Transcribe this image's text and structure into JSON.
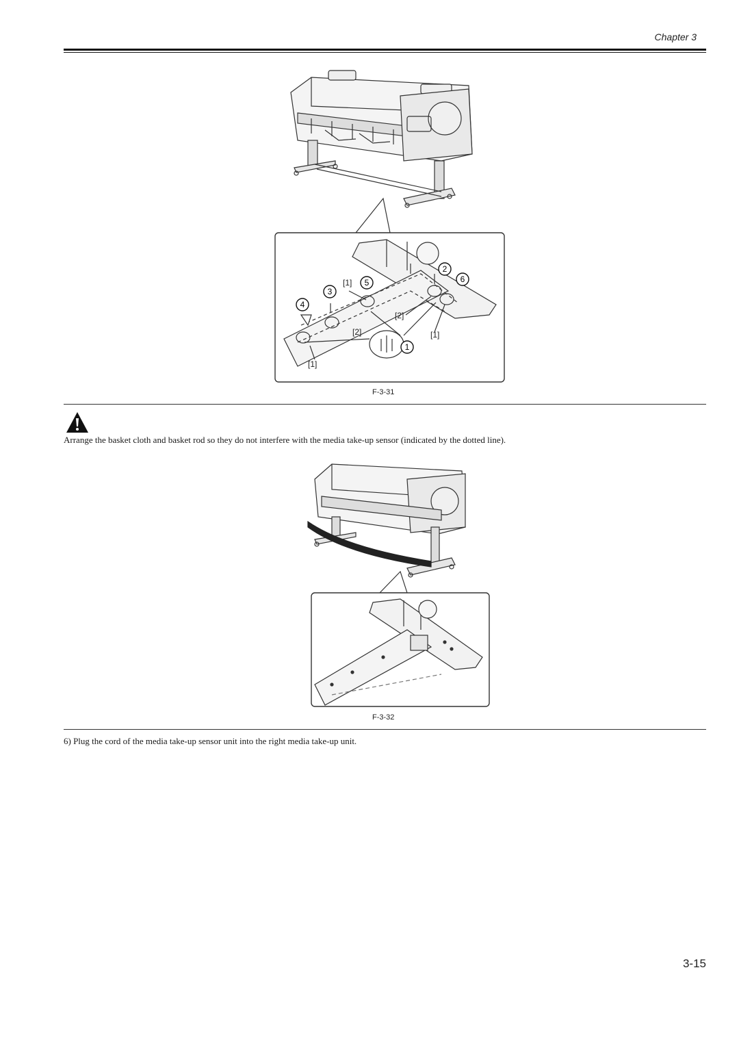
{
  "header": {
    "chapter": "Chapter 3"
  },
  "figure1": {
    "label": "F-3-31",
    "callouts": {
      "c1": "1",
      "c2": "2",
      "c3": "3",
      "c4": "4",
      "c5": "5",
      "c6": "6",
      "ref1": "[1]",
      "ref2": "[2]"
    }
  },
  "caution": {
    "icon": "warning-triangle-icon",
    "text": "Arrange the basket cloth and basket rod so they do not interfere with the media take-up sensor (indicated by the dotted line)."
  },
  "figure2": {
    "label": "F-3-32"
  },
  "step6": {
    "text": "6) Plug the cord of the media take-up sensor unit into the right media take-up unit."
  },
  "footer": {
    "page_number": "3-15"
  }
}
